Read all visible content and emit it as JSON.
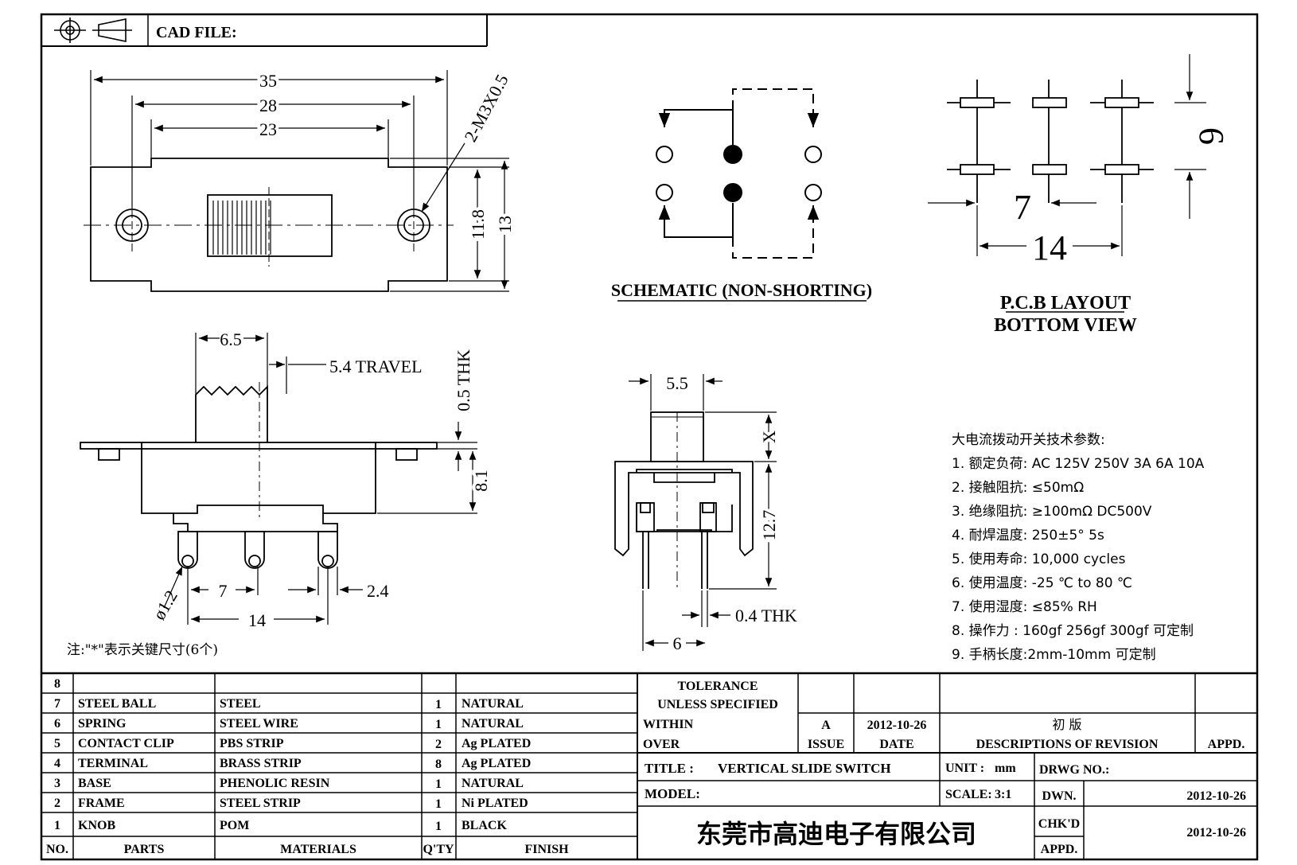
{
  "title_block": {
    "cad_file_label": "CAD FILE:",
    "tolerance_label": "TOLERANCE",
    "unless_specified": "UNLESS   SPECIFIED",
    "within": "WITHIN",
    "over": "OVER",
    "issue_value": "A",
    "date_value": "2012-10-26",
    "revision_value": "初  版",
    "issue_header": "ISSUE",
    "date_header": "DATE",
    "descriptions_header": "DESCRIPTIONS  OF  REVISION",
    "appd_header": "APPD.",
    "title_label": "TITLE :",
    "title_value": "VERTICAL  SLIDE  SWITCH",
    "unit_label": "UNIT :",
    "unit_value": "mm",
    "drwg_no_label": "DRWG NO.:",
    "model_label": "MODEL:",
    "scale_label": "SCALE:",
    "scale_value": "3:1",
    "dwn_label": "DWN.",
    "dwn_date": "2012-10-26",
    "chkd_label": "CHK'D",
    "chkd_date": "2012-10-26",
    "appd_label": "APPD.",
    "company": "东莞市高迪电子有限公司"
  },
  "views": {
    "schematic_title": "SCHEMATIC (NON-SHORTING)",
    "pcb_title_line1": "P.C.B LAYOUT",
    "pcb_title_line2": "BOTTOM  VIEW",
    "note": "注:\"*\"表示关键尺寸(6个)"
  },
  "dimensions": {
    "d35": "35",
    "d28": "28",
    "d23": "23",
    "m3": "2-M3X0.5",
    "d118": "11.8",
    "d13": "13",
    "d65": "6.5",
    "travel": "5.4  TRAVEL",
    "thk05": "0.5  THK",
    "d81": "8.1",
    "dia12": "ø1.2",
    "d7": "7",
    "d24": "2.4",
    "d14": "14",
    "d55": "5.5",
    "x": "X",
    "d127": "12.7",
    "thk04": "0.4  THK",
    "d6": "6",
    "pcb6": "6",
    "pcb7": "7",
    "pcb14": "14"
  },
  "specs": {
    "heading": "大电流拨动开关技术参数:",
    "items": [
      "1.  额定负荷: AC 125V 250V    3A    6A    10A",
      "2.   接触阻抗: ≤50mΩ",
      "3.  绝缘阻抗: ≥100mΩ   DC500V",
      "4.   耐焊温度: 250±5°  5s",
      "5.  使用寿命: 10,000 cycles",
      "6.   使用温度: -25  ℃  to 80  ℃",
      "7.  使用湿度: ≤85% RH",
      "8.   操作力 : 160gf    256gf    300gf  可定制",
      "9.  手柄长度:2mm-10mm   可定制"
    ]
  },
  "bom": {
    "headers": {
      "no": "NO.",
      "parts": "PARTS",
      "materials": "MATERIALS",
      "qty": "Q'TY",
      "finish": "FINISH"
    },
    "rows": [
      {
        "no": "8",
        "part": "",
        "material": "",
        "qty": "",
        "finish": ""
      },
      {
        "no": "7",
        "part": "STEEL BALL",
        "material": "STEEL",
        "qty": "1",
        "finish": "NATURAL"
      },
      {
        "no": "6",
        "part": "SPRING",
        "material": "STEEL WIRE",
        "qty": "1",
        "finish": "NATURAL"
      },
      {
        "no": "5",
        "part": "CONTACT CLIP",
        "material": "PBS STRIP",
        "qty": "2",
        "finish": "Ag PLATED"
      },
      {
        "no": "4",
        "part": "TERMINAL",
        "material": "BRASS STRIP",
        "qty": "8",
        "finish": "Ag PLATED"
      },
      {
        "no": "3",
        "part": "BASE",
        "material": "PHENOLIC RESIN",
        "qty": "1",
        "finish": "NATURAL"
      },
      {
        "no": "2",
        "part": "FRAME",
        "material": "STEEL STRIP",
        "qty": "1",
        "finish": "Ni PLATED"
      },
      {
        "no": "1",
        "part": "KNOB",
        "material": "POM",
        "qty": "1",
        "finish": "BLACK"
      }
    ]
  }
}
